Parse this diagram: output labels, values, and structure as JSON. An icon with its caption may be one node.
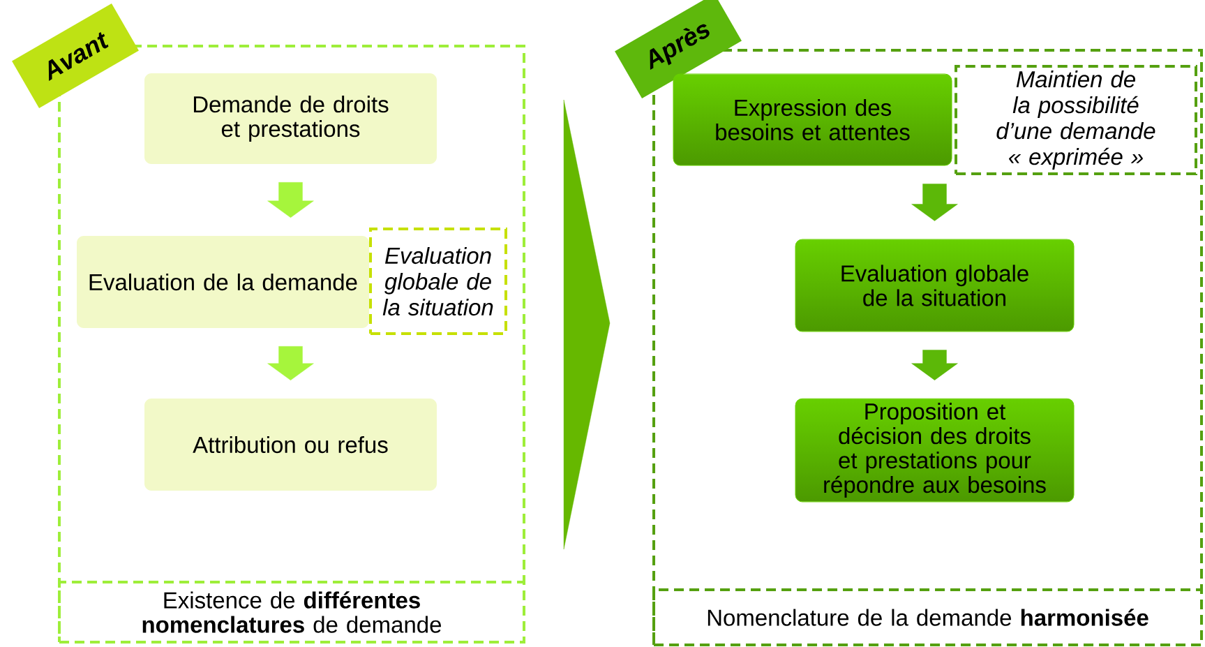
{
  "diagram": {
    "nodes": [
      {
        "text": [
          "Avant"
        ]
      },
      {
        "text": [
          "Existence de **différentes nomenclatures** de demande"
        ],
        "in": 0
      },
      {
        "text": [
          "Demande de droits et prestations"
        ],
        "in": 0
      },
      {
        "text": [
          "Evaluation de la demande"
        ],
        "in": 0
      },
      {
        "text": [
          "Evaluation globale de la situation"
        ],
        "in": 0
      },
      {
        "text": [
          "Attribution ou refus"
        ],
        "in": 0
      },
      {
        "text": [
          "Après"
        ]
      },
      {
        "text": [
          "Nomenclature de la demande **harmonisée**"
        ],
        "in": 6
      },
      {
        "text": [
          "Expression des besoins et attentes"
        ],
        "in": 6
      },
      {
        "text": [
          "Maintien de la possibilité d’une demande « exprimée »"
        ],
        "in": 6
      },
      {
        "text": [
          "Evaluation globale de la situation"
        ],
        "in": 6
      },
      {
        "text": [
          "Proposition et décision des droits et prestations pour répondre aux besoins"
        ],
        "in": 6
      }
    ],
    "edges": [
      {
        "from": 2,
        "to": 3,
        "arrow": "to"
      },
      {
        "from": 3,
        "to": 5,
        "arrow": "to"
      },
      {
        "from": 0,
        "to": 6,
        "arrow": "to",
        "style": "thick"
      },
      {
        "from": 8,
        "to": 10,
        "arrow": "to"
      },
      {
        "from": 10,
        "to": 11,
        "arrow": "to"
      }
    ]
  }
}
